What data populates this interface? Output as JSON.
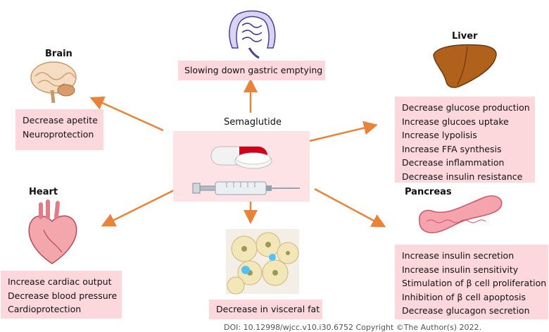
{
  "center": {
    "title": "Semaglutide"
  },
  "gut": {
    "text": "Slowing down gastric emptying"
  },
  "brain": {
    "label": "Brain",
    "items": [
      "Decrease apetite",
      "Neuroprotection"
    ]
  },
  "liver": {
    "label": "Liver",
    "items": [
      "Decrease glucose production",
      "Increase glucoes uptake",
      "Increase lypolisis",
      "Increase FFA synthesis",
      "Decrease inflammation",
      "Decrease insulin resistance"
    ]
  },
  "heart": {
    "label": "Heart",
    "items": [
      "Increase cardiac output",
      "Decrease blood pressure",
      "Cardioprotection"
    ]
  },
  "pancreas": {
    "label": "Pancreas",
    "items": [
      "Increase insulin secretion",
      "Increase insulin sensitivity",
      "Stimulation of β cell proliferation",
      "Inhibition of β cell apoptosis",
      "Decrease glucagon secretion"
    ]
  },
  "fat": {
    "text": "Decrease in visceral fat"
  },
  "footer": {
    "text": "DOI: 10.12998/wjcc.v10.i30.6752 Copyright ©The Author(s) 2022."
  },
  "colors": {
    "box": "#fcd7dc",
    "arrow": "#e8833a",
    "panel": "#fde3e6"
  }
}
